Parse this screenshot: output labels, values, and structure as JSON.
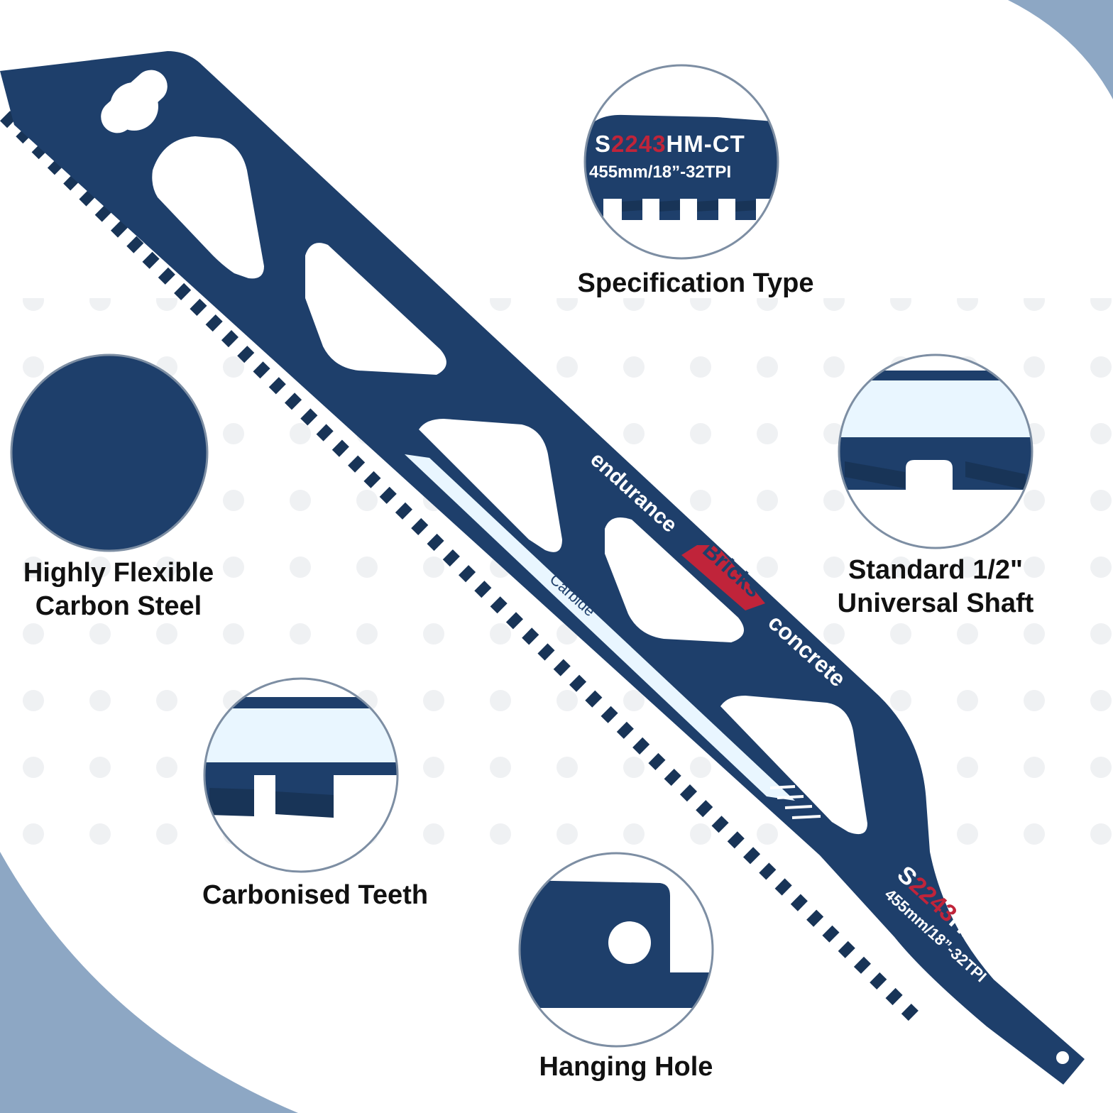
{
  "colors": {
    "blade": "#1e3f6b",
    "blade_dark": "#183457",
    "carbide_strip": "#e9f6ff",
    "accent_red": "#c0243a",
    "corner_blue": "#8da7c4",
    "dot": "#eceef1",
    "label_text": "#111111",
    "ring": "#7d8ea3"
  },
  "blade": {
    "model_prefix": "S",
    "model_number": "2243",
    "model_suffix": "HM-CT",
    "spec": "455mm/18”-32TPI",
    "word_endurance": "endurance",
    "word_bricks": "Bricks",
    "word_concrete": "concrete",
    "word_carbide": "Carbide"
  },
  "callouts": {
    "specification": {
      "label": "Specification Type",
      "model_prefix": "S",
      "model_number": "2243",
      "model_suffix": "HM-CT",
      "spec": "455mm/18”-32TPI"
    },
    "shaft": {
      "line1": "Standard 1/2\"",
      "line2": "Universal Shaft"
    },
    "steel": {
      "line1": "Highly Flexible",
      "line2": "Carbon Steel"
    },
    "teeth": {
      "label": "Carbonised Teeth"
    },
    "hole": {
      "label": "Hanging Hole"
    }
  }
}
